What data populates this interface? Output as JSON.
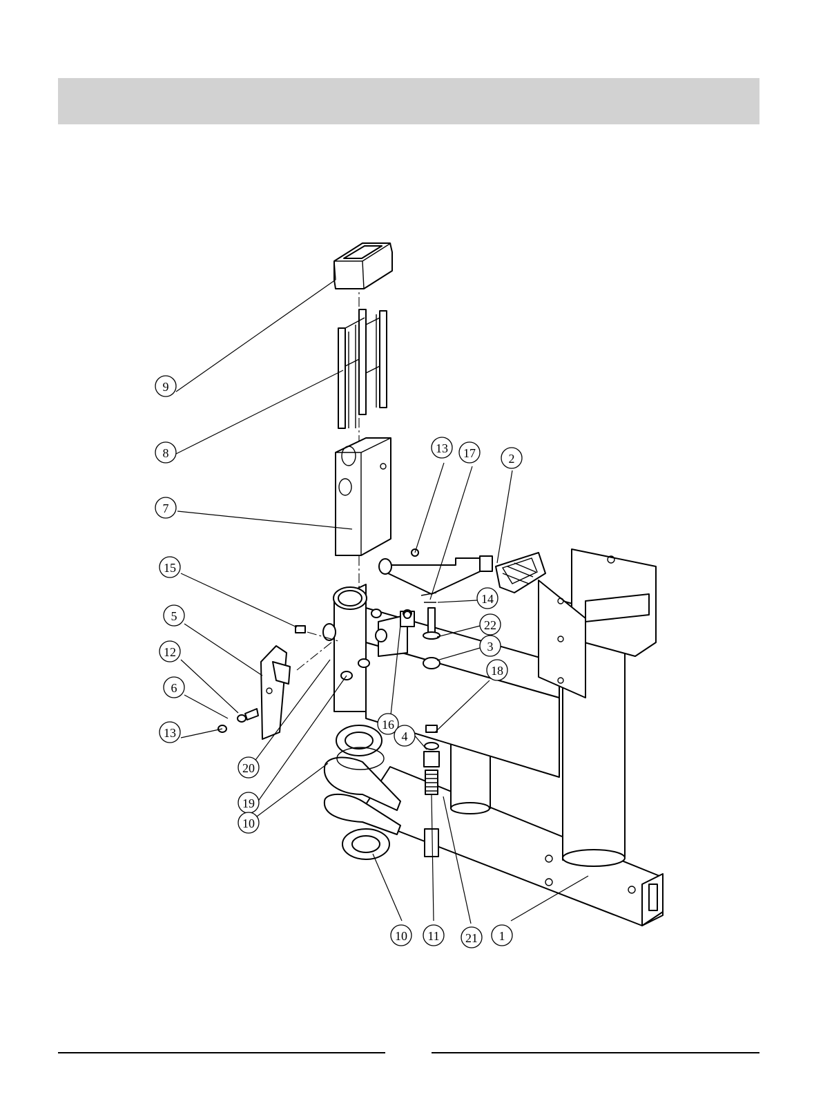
{
  "header": {
    "title": ""
  },
  "callouts": [
    {
      "id": "c9",
      "label": "9"
    },
    {
      "id": "c8",
      "label": "8"
    },
    {
      "id": "c7",
      "label": "7"
    },
    {
      "id": "c13a",
      "label": "13"
    },
    {
      "id": "c17",
      "label": "17"
    },
    {
      "id": "c2",
      "label": "2"
    },
    {
      "id": "c15",
      "label": "15"
    },
    {
      "id": "c14",
      "label": "14"
    },
    {
      "id": "c5",
      "label": "5"
    },
    {
      "id": "c22",
      "label": "22"
    },
    {
      "id": "c12",
      "label": "12"
    },
    {
      "id": "c3",
      "label": "3"
    },
    {
      "id": "c6",
      "label": "6"
    },
    {
      "id": "c18",
      "label": "18"
    },
    {
      "id": "c13b",
      "label": "13"
    },
    {
      "id": "c16",
      "label": "16"
    },
    {
      "id": "c4",
      "label": "4"
    },
    {
      "id": "c20",
      "label": "20"
    },
    {
      "id": "c19",
      "label": "19"
    },
    {
      "id": "c10a",
      "label": "10"
    },
    {
      "id": "c10b",
      "label": "10"
    },
    {
      "id": "c11",
      "label": "11"
    },
    {
      "id": "c21",
      "label": "21"
    },
    {
      "id": "c1",
      "label": "1"
    }
  ]
}
